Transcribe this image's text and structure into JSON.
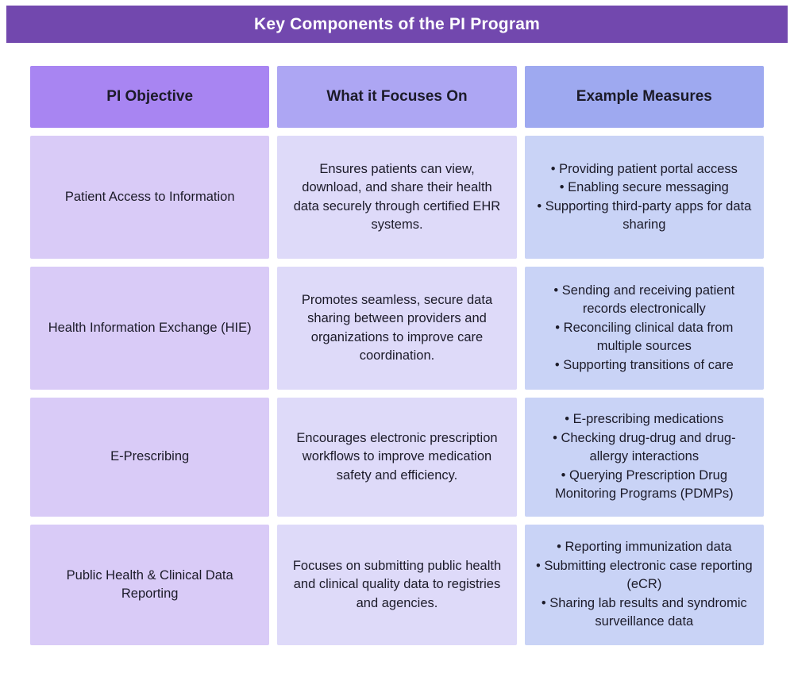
{
  "title": "Key Components of the PI Program",
  "colors": {
    "banner": "#7248ae",
    "header-objective": "#a885f2",
    "header-focus": "#ada6f3",
    "header-measures": "#9ea9f0",
    "body-objective": "#d9cbf7",
    "body-focus": "#dedaf9",
    "body-measures": "#c9d3f6",
    "text": "#1c1b29"
  },
  "table": {
    "headers": [
      "PI Objective",
      "What it Focuses On",
      "Example Measures"
    ],
    "rows": [
      {
        "objective": "Patient Access to Information",
        "focus": "Ensures patients can view, download, and share their health data securely through certified EHR systems.",
        "measures": [
          "Providing patient portal access",
          "Enabling secure messaging",
          "Supporting third-party apps for data sharing"
        ]
      },
      {
        "objective": "Health Information Exchange (HIE)",
        "focus": "Promotes seamless, secure data sharing between providers and organizations to improve care coordination.",
        "measures": [
          "Sending and receiving patient records electronically",
          "Reconciling clinical data from multiple sources",
          "Supporting transitions of care"
        ]
      },
      {
        "objective": "E-Prescribing",
        "focus": "Encourages electronic prescription workflows to improve medication safety and efficiency.",
        "measures": [
          "E-prescribing medications",
          "Checking drug-drug and drug-allergy interactions",
          "Querying Prescription Drug Monitoring Programs (PDMPs)"
        ]
      },
      {
        "objective": "Public Health & Clinical Data Reporting",
        "focus": "Focuses on submitting public health and clinical quality data to registries and agencies.",
        "measures": [
          "Reporting immunization data",
          "Submitting electronic case reporting (eCR)",
          "Sharing lab results and syndromic surveillance data"
        ]
      }
    ]
  }
}
